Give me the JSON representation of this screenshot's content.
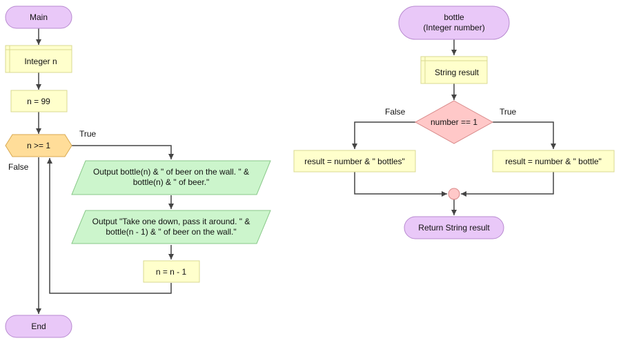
{
  "main_flow": {
    "start_label": "Main",
    "declare_label": "Integer n",
    "assign_label": "n = 99",
    "loop_condition": "n >= 1",
    "loop_true_label": "True",
    "loop_false_label": "False",
    "output1_line1": "Output bottle(n) & \" of beer on the wall. \" &",
    "output1_line2": "bottle(n) & \" of beer.\"",
    "output2_line1": "Output \"Take one down, pass it around. \" &",
    "output2_line2": "bottle(n - 1) & \" of beer on the wall.\"",
    "decrement_label": "n = n - 1",
    "end_label": "End"
  },
  "bottle_flow": {
    "start_line1": "bottle",
    "start_line2": "(Integer number)",
    "declare_label": "String result",
    "condition": "number == 1",
    "false_label": "False",
    "true_label": "True",
    "false_branch_assign": "result = number & \" bottles\"",
    "true_branch_assign": "result = number & \" bottle\"",
    "return_label": "Return String result"
  },
  "colors": {
    "terminal_fill": "#e9c8f8",
    "terminal_stroke": "#b88ad0",
    "process_fill": "#ffffcc",
    "process_stroke": "#d8d890",
    "io_fill": "#ccf5cc",
    "io_stroke": "#88c888",
    "loop_fill": "#ffdd99",
    "loop_stroke": "#d8a850",
    "decision_fill": "#ffc8c8",
    "decision_stroke": "#d88888",
    "connector_line": "#444444"
  }
}
